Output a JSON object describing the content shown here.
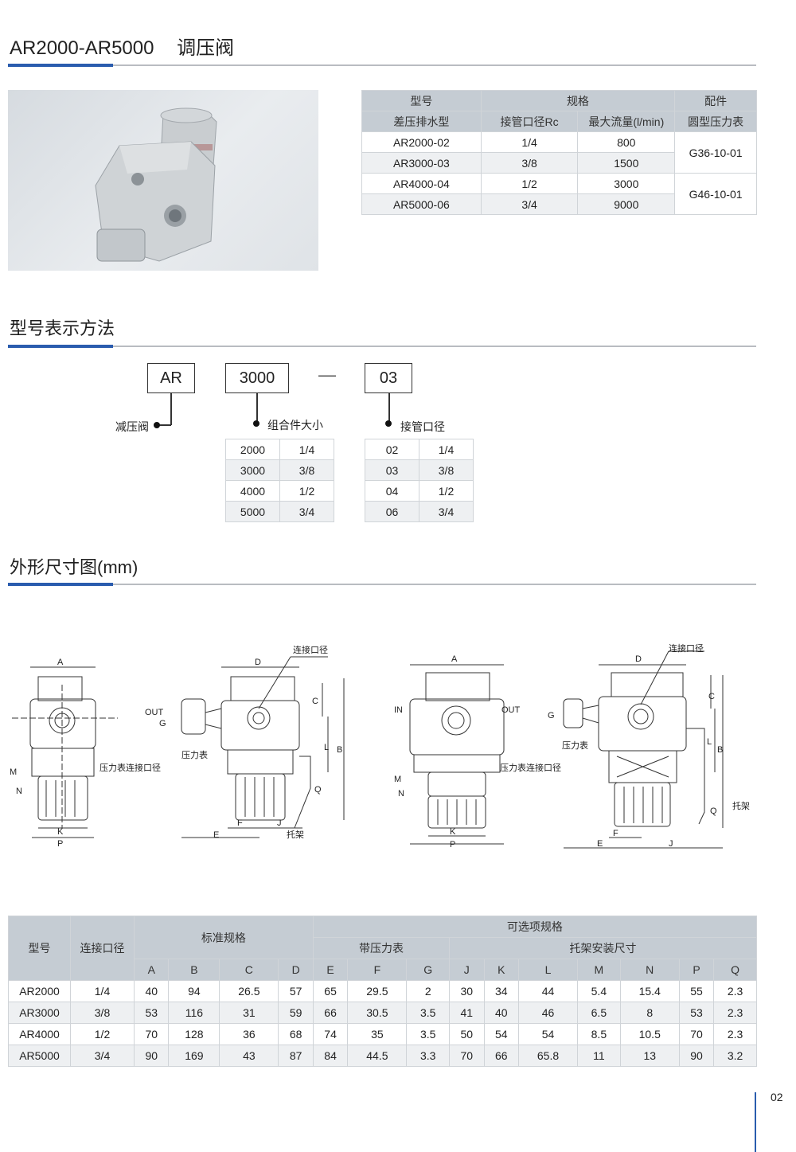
{
  "header": {
    "model_range": "AR2000-AR5000",
    "product_name": "调压阀"
  },
  "spec_table": {
    "header_row1": [
      "型号",
      "规格",
      "配件"
    ],
    "header_row2": [
      "差压排水型",
      "接管口径Rc",
      "最大流量(l/min)",
      "圆型压力表"
    ],
    "rows": [
      {
        "model": "AR2000-02",
        "port": "1/4",
        "flow": "800"
      },
      {
        "model": "AR3000-03",
        "port": "3/8",
        "flow": "1500"
      },
      {
        "model": "AR4000-04",
        "port": "1/2",
        "flow": "3000"
      },
      {
        "model": "AR5000-06",
        "port": "3/4",
        "flow": "9000"
      }
    ],
    "gauges": [
      "G36-10-01",
      "G46-10-01"
    ]
  },
  "model_code": {
    "title": "型号表示方法",
    "boxes": [
      "AR",
      "3000",
      "03"
    ],
    "dash": "—",
    "labels": [
      "减压阀",
      "组合件大小",
      "接管口径"
    ],
    "size_table": [
      [
        "2000",
        "1/4"
      ],
      [
        "3000",
        "3/8"
      ],
      [
        "4000",
        "1/2"
      ],
      [
        "5000",
        "3/4"
      ]
    ],
    "port_table": [
      [
        "02",
        "1/4"
      ],
      [
        "03",
        "3/8"
      ],
      [
        "04",
        "1/2"
      ],
      [
        "06",
        "3/4"
      ]
    ]
  },
  "drawing": {
    "title": "外形尺寸图(mm)",
    "labels": {
      "connection_port": "连接口径",
      "gauge_port": "压力表连接口径",
      "gauge": "压力表",
      "bracket": "托架",
      "in": "IN",
      "out": "OUT"
    },
    "letters": [
      "A",
      "B",
      "C",
      "D",
      "E",
      "F",
      "G",
      "J",
      "K",
      "L",
      "M",
      "N",
      "P",
      "Q"
    ]
  },
  "dim_table": {
    "h_model": "型号",
    "h_port": "连接口径",
    "h_standard": "标准规格",
    "h_optional": "可选项规格",
    "h_gauge": "带压力表",
    "h_bracket": "托架安装尺寸",
    "columns": [
      "A",
      "B",
      "C",
      "D",
      "E",
      "F",
      "G",
      "J",
      "K",
      "L",
      "M",
      "N",
      "P",
      "Q"
    ],
    "rows": [
      [
        "AR2000",
        "1/4",
        "40",
        "94",
        "26.5",
        "57",
        "65",
        "29.5",
        "2",
        "30",
        "34",
        "44",
        "5.4",
        "15.4",
        "55",
        "2.3"
      ],
      [
        "AR3000",
        "3/8",
        "53",
        "116",
        "31",
        "59",
        "66",
        "30.5",
        "3.5",
        "41",
        "40",
        "46",
        "6.5",
        "8",
        "53",
        "2.3"
      ],
      [
        "AR4000",
        "1/2",
        "70",
        "128",
        "36",
        "68",
        "74",
        "35",
        "3.5",
        "50",
        "54",
        "54",
        "8.5",
        "10.5",
        "70",
        "2.3"
      ],
      [
        "AR5000",
        "3/4",
        "90",
        "169",
        "43",
        "87",
        "84",
        "44.5",
        "3.3",
        "70",
        "66",
        "65.8",
        "11",
        "13",
        "90",
        "3.2"
      ]
    ]
  },
  "page_number": "02"
}
